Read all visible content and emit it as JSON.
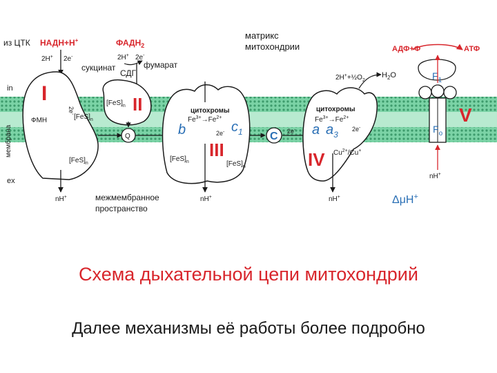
{
  "diagram": {
    "labels": {
      "from_tca": "из ЦТК",
      "nadh": "НАДН+Н",
      "nadh_sup": "+",
      "fadh2": "ФАДН",
      "fadh2_sub": "2",
      "matrix_line1": "матрикс",
      "matrix_line2": "митохондрии",
      "adp_p": "АДФ+Ф",
      "atp": "АТФ",
      "h2o": "Н",
      "h2o_sub": "2",
      "h2o_end": "О",
      "o2_reaction": "2Н",
      "o2_reaction_sup": "+",
      "o2_half": "+",
      "o2_frac": "½",
      "o2": "О",
      "o2_sub": "2",
      "two_h_nadh": "2Н",
      "two_h_nadh_sup": "+",
      "two_e_nadh": "2e",
      "two_e_nadh_sup": "-",
      "two_h_fad": "2Н",
      "two_h_fad_sup": "+",
      "two_e_fad": "2e",
      "two_e_fad_sup": "-",
      "succinate": "сукцинат",
      "fumarate": "фумарат",
      "sdg": "СДГ",
      "side_in": "in",
      "side_ex": "ex",
      "membrane": "мембрана",
      "fmn": "ФМН",
      "fes_I_upper": "[FeS]",
      "fes_I_upper_sub": "n",
      "fes_I_lower": "[FeS]",
      "fes_I_lower_sub": "n",
      "fes_II": "[FeS]",
      "fes_II_sub": "n",
      "fes_III_left": "[FeS]",
      "fes_III_left_sub": "n",
      "fes_III_right": "[FeS]",
      "fes_III_right_sub": "n",
      "cytochromes_III": "цитохромы",
      "cytochromes_IV": "цитохромы",
      "fe_III": "Fe",
      "fe_III_sup": "3+",
      "fe_III_arrow": "→Fe",
      "fe_III_sup2": "2+",
      "fe_IV": "Fe",
      "fe_IV_sup": "3+",
      "fe_IV_arrow": "→Fe",
      "fe_IV_sup2": "2+",
      "cu": "Cu",
      "cu_sup": "2+",
      "cu_mid": "/Cu",
      "cu_sup2": "+",
      "q": "Q",
      "c": "C",
      "b": "b",
      "c1": "c",
      "c1_sub": "1",
      "a": "a",
      "a3": "a",
      "a3_sub": "3",
      "two_e_1": "2e",
      "two_e_1_sup": "-",
      "two_e_2": "2e",
      "two_e_2_sup": "-",
      "two_e_3": "2e",
      "two_e_3_sup": "-",
      "two_e_4": "2e",
      "two_e_4_sup": "-",
      "two_e_5": "2e",
      "two_e_5_sup": "-",
      "nh_1": "nН",
      "nh_1_sup": "+",
      "nh_2": "nН",
      "nh_2_sup": "+",
      "nh_3": "nН",
      "nh_3_sup": "+",
      "nh_4": "nН",
      "nh_4_sup": "+",
      "intermembrane_line1": "межмембранное",
      "intermembrane_line2": "пространство",
      "delta_mu": "ΔμН",
      "delta_mu_sup": "+",
      "f1": "F",
      "f1_sub": "1",
      "fo": "F",
      "fo_sub": "o",
      "complex_I": "I",
      "complex_II": "II",
      "complex_III": "III",
      "complex_IV": "IV",
      "complex_V": "V"
    },
    "colors": {
      "membrane_band": "#7bd3a6",
      "membrane_dots": "#3d9b6c",
      "accent_red": "#d8262c",
      "accent_blue": "#2a6fb5",
      "line": "#1a1a1a"
    }
  },
  "captions": {
    "title": "Схема дыхательной цепи митохондрий",
    "subtitle": "Далее механизмы её работы более подробно"
  }
}
